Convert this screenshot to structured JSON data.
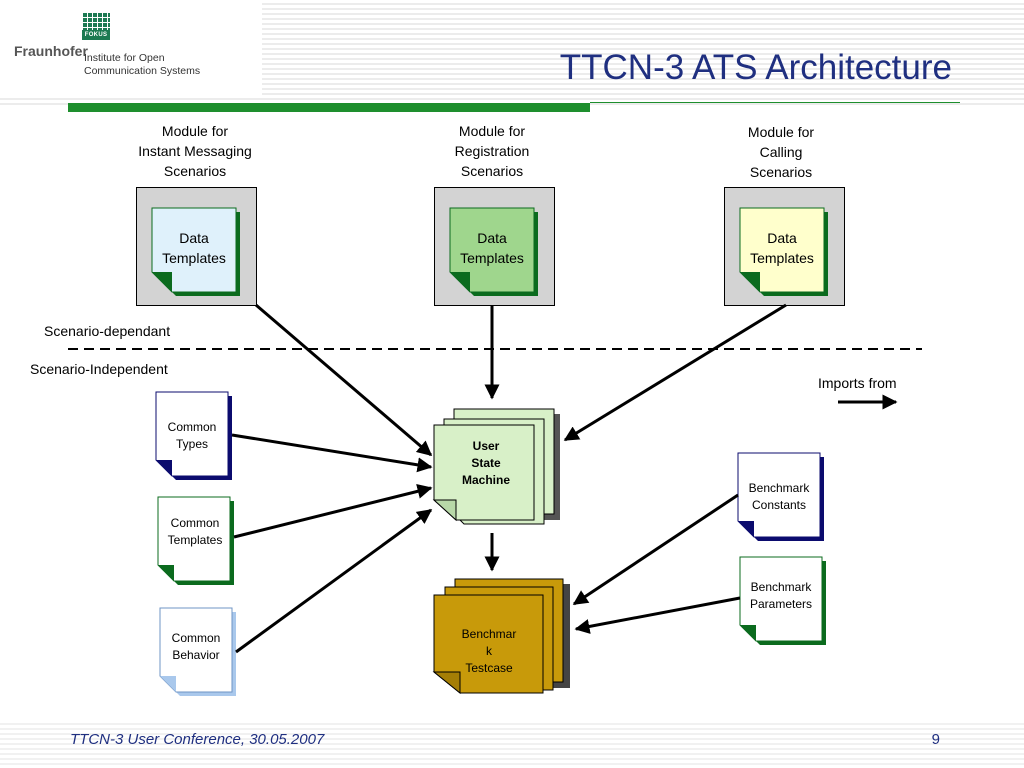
{
  "header": {
    "brand": "Fraunhofer",
    "logo_mark": "FOKUS",
    "institute_line1": "Institute for Open",
    "institute_line2": "Communication Systems",
    "title": "TTCN-3 ATS Architecture"
  },
  "modules": [
    {
      "line1": "Module for",
      "line2": "Instant Messaging",
      "line3": "Scenarios",
      "doc_line1": "Data",
      "doc_line2": "Templates",
      "fill": "#dff1fb"
    },
    {
      "line1": "Module for",
      "line2": "Registration",
      "line3": "Scenarios",
      "doc_line1": "Data",
      "doc_line2": "Templates",
      "fill": "#9fd68d"
    },
    {
      "line1": "Module for",
      "line2": "Calling",
      "line3": "Scenarios",
      "doc_line1": "Data",
      "doc_line2": "Templates",
      "fill": "#ffffcc"
    }
  ],
  "divider": {
    "above": "Scenario-dependant",
    "below": "Scenario-Independent"
  },
  "legend": {
    "label": "Imports from"
  },
  "common": [
    {
      "line1": "Common",
      "line2": "Types"
    },
    {
      "line1": "Common",
      "line2": "Templates"
    },
    {
      "line1": "Common",
      "line2": "Behavior"
    }
  ],
  "usm": {
    "line1": "User",
    "line2": "State",
    "line3": "Machine"
  },
  "benchmark_testcase": {
    "line1": "Benchmar",
    "line2": "k",
    "line3": "Testcase"
  },
  "benchmark": [
    {
      "line1": "Benchmark",
      "line2": "Constants"
    },
    {
      "line1": "Benchmark",
      "line2": "Parameters"
    }
  ],
  "footer": {
    "text": "TTCN-3 User Conference, 30.05.2007",
    "page": "9"
  },
  "colors": {
    "title": "#1f2f80",
    "accent_green": "#1e8f2e",
    "navy_shadow": "#0b0b6e",
    "usm_fill": "#d8f0c8",
    "testcase_fill": "#c89a0a"
  }
}
